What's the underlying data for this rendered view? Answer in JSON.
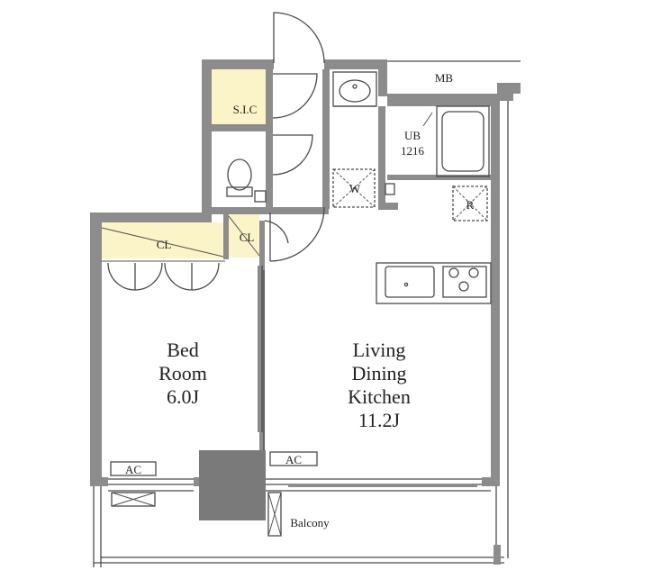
{
  "labels": {
    "mb": "MB",
    "sic": "S.I.C",
    "ub": "UB",
    "ub_size": "1216",
    "washer": "W",
    "fridge": "R",
    "cl_bedroom": "CL",
    "cl_small": "CL",
    "bedroom": [
      "Bed",
      "Room",
      "6.0J"
    ],
    "ldk": [
      "Living",
      "Dining",
      "Kitchen",
      "11.2J"
    ],
    "ac_bedroom": "AC",
    "ac_ldk": "AC",
    "balcony": "Balcony"
  },
  "colors": {
    "wall": "#8c8c8c",
    "closet_fill": "#fbf4c8",
    "column": "#8c8c8c"
  }
}
